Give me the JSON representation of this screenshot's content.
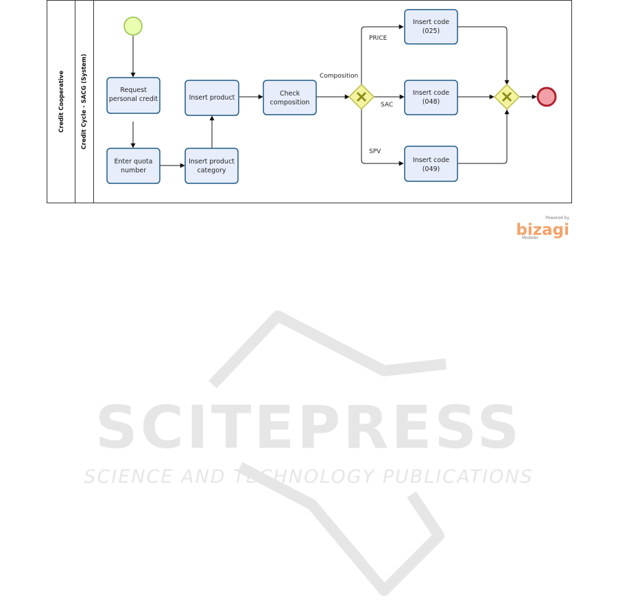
{
  "pool": {
    "label": "Credit Cooperative"
  },
  "lane": {
    "label": "Credit Cycle - SACG (System)"
  },
  "tasks": {
    "request_credit": [
      "Request",
      "personal credit"
    ],
    "enter_quota": [
      "Enter quota",
      "number"
    ],
    "insert_category": [
      "Insert product",
      "category"
    ],
    "insert_product": [
      "Insert product"
    ],
    "check_composition": [
      "Check",
      "composition"
    ],
    "code_025": [
      "Insert code",
      "(025)"
    ],
    "code_048": [
      "Insert code",
      "(048)"
    ],
    "code_049": [
      "Insert code",
      "(049)"
    ]
  },
  "flows": {
    "composition": "Composition",
    "price": "PRICE",
    "sac": "SAC",
    "spv": "SPV"
  },
  "branding": {
    "powered_by": "Powered by",
    "name": "bizagi",
    "product": "Modeler"
  },
  "watermark": {
    "title": "SCITEPRESS",
    "subtitle": "SCIENCE AND TECHNOLOGY PUBLICATIONS"
  },
  "colors": {
    "task_fill": "#e8edfb",
    "task_stroke": "#1b5a85",
    "start_fill": "#eaffb0",
    "start_stroke": "#8dc03c",
    "end_fill": "#f2a0a8",
    "end_stroke": "#b0202c",
    "gateway_fill": "#f3f3a0",
    "gateway_stroke": "#b8b840",
    "brand": "#f5a26a"
  }
}
